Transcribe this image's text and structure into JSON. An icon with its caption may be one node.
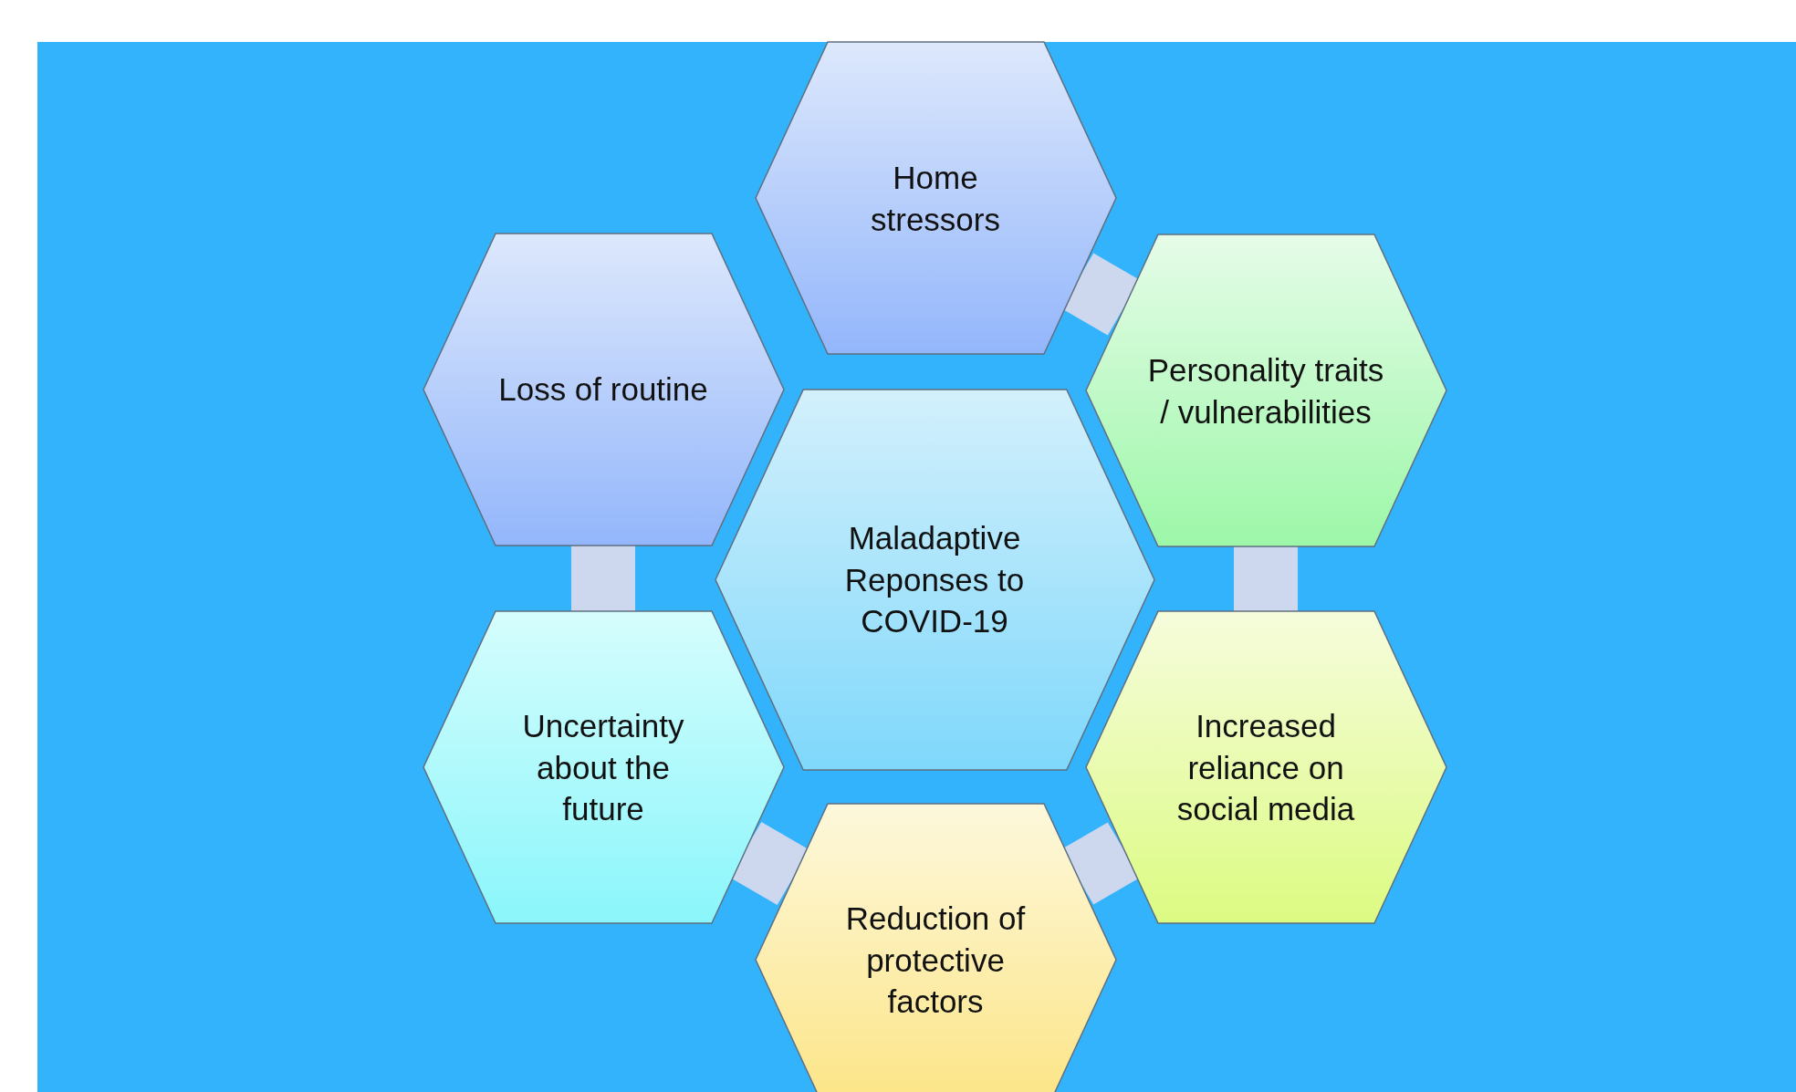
{
  "diagram": {
    "nodes": [
      {
        "text": [
          "Home stressors"
        ]
      },
      {
        "text": [
          "Loss of routine"
        ]
      },
      {
        "text": [
          "Personality traits / vulnerabilities"
        ]
      },
      {
        "text": [
          "Maladaptive Reponses to COVID-19"
        ]
      },
      {
        "text": [
          "Uncertainty about the future"
        ]
      },
      {
        "text": [
          "Increased reliance on social media"
        ]
      },
      {
        "text": [
          "Reduction of protective factors"
        ]
      }
    ],
    "edges": [
      {
        "from": 0,
        "to": 2,
        "arrow": "none"
      },
      {
        "from": 2,
        "to": 5,
        "arrow": "none"
      },
      {
        "from": 5,
        "to": 6,
        "arrow": "none"
      },
      {
        "from": 6,
        "to": 4,
        "arrow": "none"
      },
      {
        "from": 4,
        "to": 1,
        "arrow": "none"
      }
    ]
  }
}
